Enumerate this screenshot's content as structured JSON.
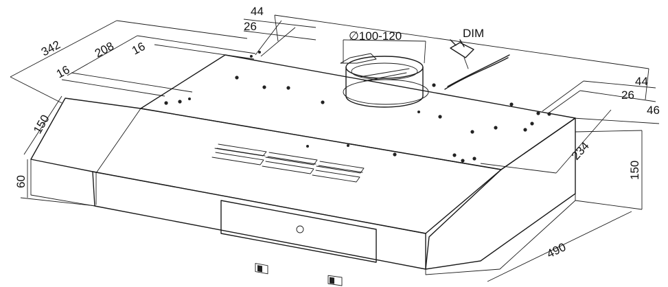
{
  "dimensions": {
    "d44_top": "44",
    "d26_top": "26",
    "d342": "342",
    "d208": "208",
    "d16_a": "16",
    "d16_b": "16",
    "d150_left": "150",
    "d60": "60",
    "d100_120": "∅100-120",
    "dim_label": "DIM",
    "d44_right": "44",
    "d26_right": "26",
    "d46": "46",
    "d234": "234",
    "d150_right": "150",
    "d490": "490"
  },
  "colors": {
    "line": "#1a1a1a",
    "background": "#ffffff"
  },
  "icons": [
    "power-plug-icon",
    "slider-switch-icon",
    "light-button-icon"
  ]
}
